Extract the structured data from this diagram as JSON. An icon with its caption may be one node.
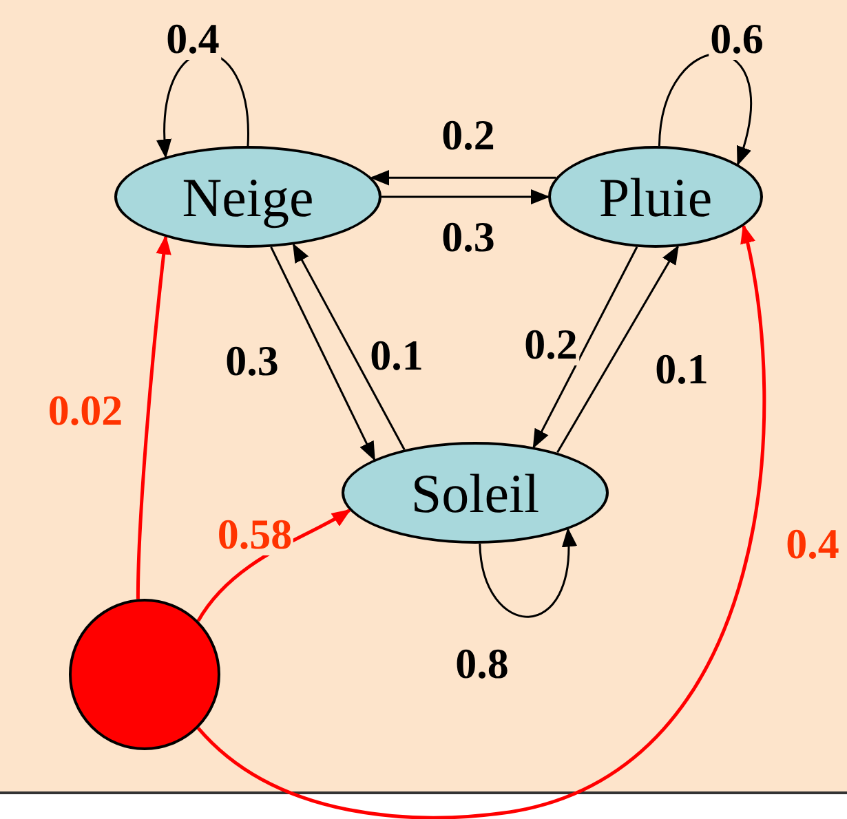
{
  "diagram": {
    "nodes": [
      {
        "text": [
          "Neige"
        ]
      },
      {
        "text": [
          "Pluie"
        ]
      },
      {
        "text": [
          "Soleil"
        ]
      },
      {
        "text": [],
        "shape": "circle"
      }
    ],
    "edges": [
      {
        "from": 0,
        "to": 0,
        "arrow": "to",
        "label": "0.4"
      },
      {
        "from": 1,
        "to": 0,
        "arrow": "to",
        "label": "0.2"
      },
      {
        "from": 0,
        "to": 1,
        "arrow": "to",
        "label": "0.3"
      },
      {
        "from": 0,
        "to": 2,
        "arrow": "to",
        "label": "0.3"
      },
      {
        "from": 2,
        "to": 0,
        "arrow": "to",
        "label": "0.1"
      },
      {
        "from": 2,
        "to": 1,
        "arrow": "to",
        "label": "0.1"
      },
      {
        "from": 1,
        "to": 2,
        "arrow": "to",
        "label": "0.2"
      },
      {
        "from": 1,
        "to": 1,
        "arrow": "to",
        "label": "0.6"
      },
      {
        "from": 2,
        "to": 2,
        "arrow": "to",
        "label": "0.8"
      },
      {
        "from": 3,
        "to": 0,
        "arrow": "to",
        "label": "0.02",
        "color": "#ff0000"
      },
      {
        "from": 3,
        "to": 2,
        "arrow": "to",
        "label": "0.58",
        "color": "#ff0000"
      },
      {
        "from": 3,
        "to": 1,
        "arrow": "to",
        "label": "0.4",
        "color": "#ff0000"
      }
    ]
  }
}
